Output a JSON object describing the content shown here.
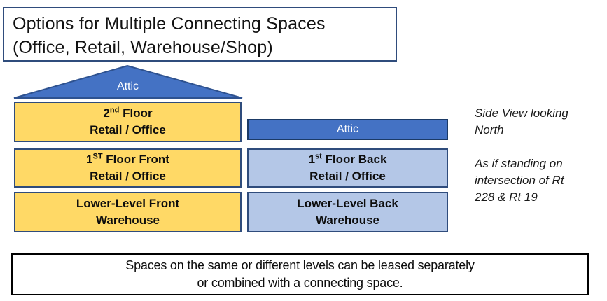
{
  "title": {
    "line1": "Options for Multiple Connecting Spaces",
    "line2": "(Office, Retail, Warehouse/Shop)"
  },
  "building": {
    "roof_label": "Attic",
    "left_column": [
      {
        "num": "2",
        "sup": "nd",
        "rest": " Floor",
        "line2": "Retail / Office"
      },
      {
        "num": "1",
        "sup": "ST",
        "rest": " Floor Front",
        "line2": "Retail / Office"
      },
      {
        "num": "",
        "sup": "",
        "rest": "Lower-Level Front",
        "line2": "Warehouse"
      }
    ],
    "right_column": {
      "attic_label": "Attic",
      "boxes": [
        {
          "num": "1",
          "sup": "st",
          "rest": " Floor Back",
          "line2": "Retail / Office"
        },
        {
          "num": "",
          "sup": "",
          "rest": "Lower-Level Back",
          "line2": "Warehouse"
        }
      ]
    }
  },
  "annotations": {
    "note1": {
      "line1": "Side View looking",
      "line2": "North"
    },
    "note2": {
      "line1": "As if standing on",
      "line2": "intersection of Rt",
      "line3": "228 & Rt 19"
    }
  },
  "footer": {
    "line1": "Spaces on the same or different levels can be leased separately",
    "line2": "or combined with a connecting space."
  },
  "colors": {
    "accent_blue": "#4472C4",
    "gold_fill": "#FFD966",
    "light_blue_fill": "#B4C7E7",
    "box_border_navy": "#2F4C7C",
    "attic_border_navy": "#1B3A66",
    "footer_border": "#000000",
    "text": "#111111",
    "roof_text": "#FFFFFF"
  }
}
